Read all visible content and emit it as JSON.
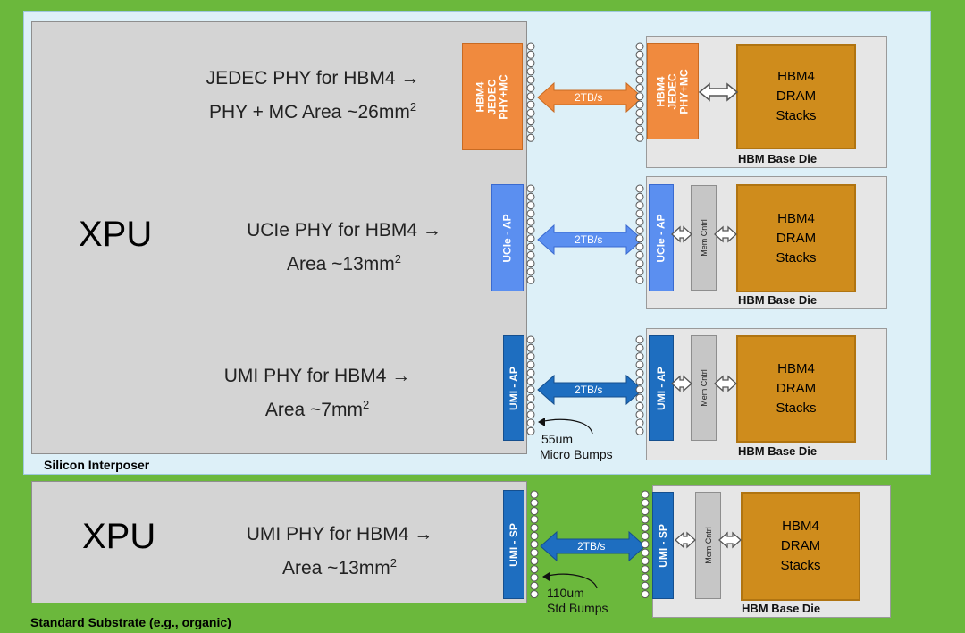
{
  "labels": {
    "silicon_interposer": "Silicon Interposer",
    "standard_substrate": "Standard Substrate (e.g., organic)"
  },
  "xpu": {
    "top_title": "XPU",
    "bottom_title": "XPU"
  },
  "rows": [
    {
      "phy_line1": "JEDEC PHY for HBM4 →",
      "phy_line2": "PHY + MC Area ~26mm",
      "phy_sup": "2",
      "xpu_block": "HBM4 JEDEC PHY+MC",
      "bandwidth": "2TB/s",
      "hbm_block": "HBM4 JEDEC PHY+MC",
      "mem_ctrl": "",
      "dram": [
        "HBM4",
        "DRAM",
        "Stacks"
      ],
      "base_die": "HBM Base Die"
    },
    {
      "phy_line1": "UCIe PHY for HBM4 →",
      "phy_line2": "Area ~13mm",
      "phy_sup": "2",
      "xpu_block": "UCIe - AP",
      "bandwidth": "2TB/s",
      "hbm_block": "UCIe - AP",
      "mem_ctrl": "Mem Cntrl",
      "dram": [
        "HBM4",
        "DRAM",
        "Stacks"
      ],
      "base_die": "HBM Base Die"
    },
    {
      "phy_line1": "UMI PHY for HBM4 →",
      "phy_line2": "Area ~7mm",
      "phy_sup": "2",
      "xpu_block": "UMI - AP",
      "bandwidth": "2TB/s",
      "hbm_block": "UMI - AP",
      "mem_ctrl": "Mem Cntrl",
      "dram": [
        "HBM4",
        "DRAM",
        "Stacks"
      ],
      "base_die": "HBM Base Die",
      "bump_note": [
        "55um",
        "Micro Bumps"
      ]
    },
    {
      "phy_line1": "UMI PHY for HBM4 →",
      "phy_line2": "Area ~13mm",
      "phy_sup": "2",
      "xpu_block": "UMI - SP",
      "bandwidth": "2TB/s",
      "hbm_block": "UMI - SP",
      "mem_ctrl": "Mem Cntrl",
      "dram": [
        "HBM4",
        "DRAM",
        "Stacks"
      ],
      "base_die": "HBM Base Die",
      "bump_note": [
        "110um",
        "Std Bumps"
      ]
    }
  ],
  "colors": {
    "background": "#6bb83c",
    "interposer": "#ddf0f8",
    "jedec_phy": "#f08a3e",
    "ucie_phy": "#5b8ff0",
    "umi_phy": "#1e6ec0",
    "dram": "#cf8c1c"
  }
}
